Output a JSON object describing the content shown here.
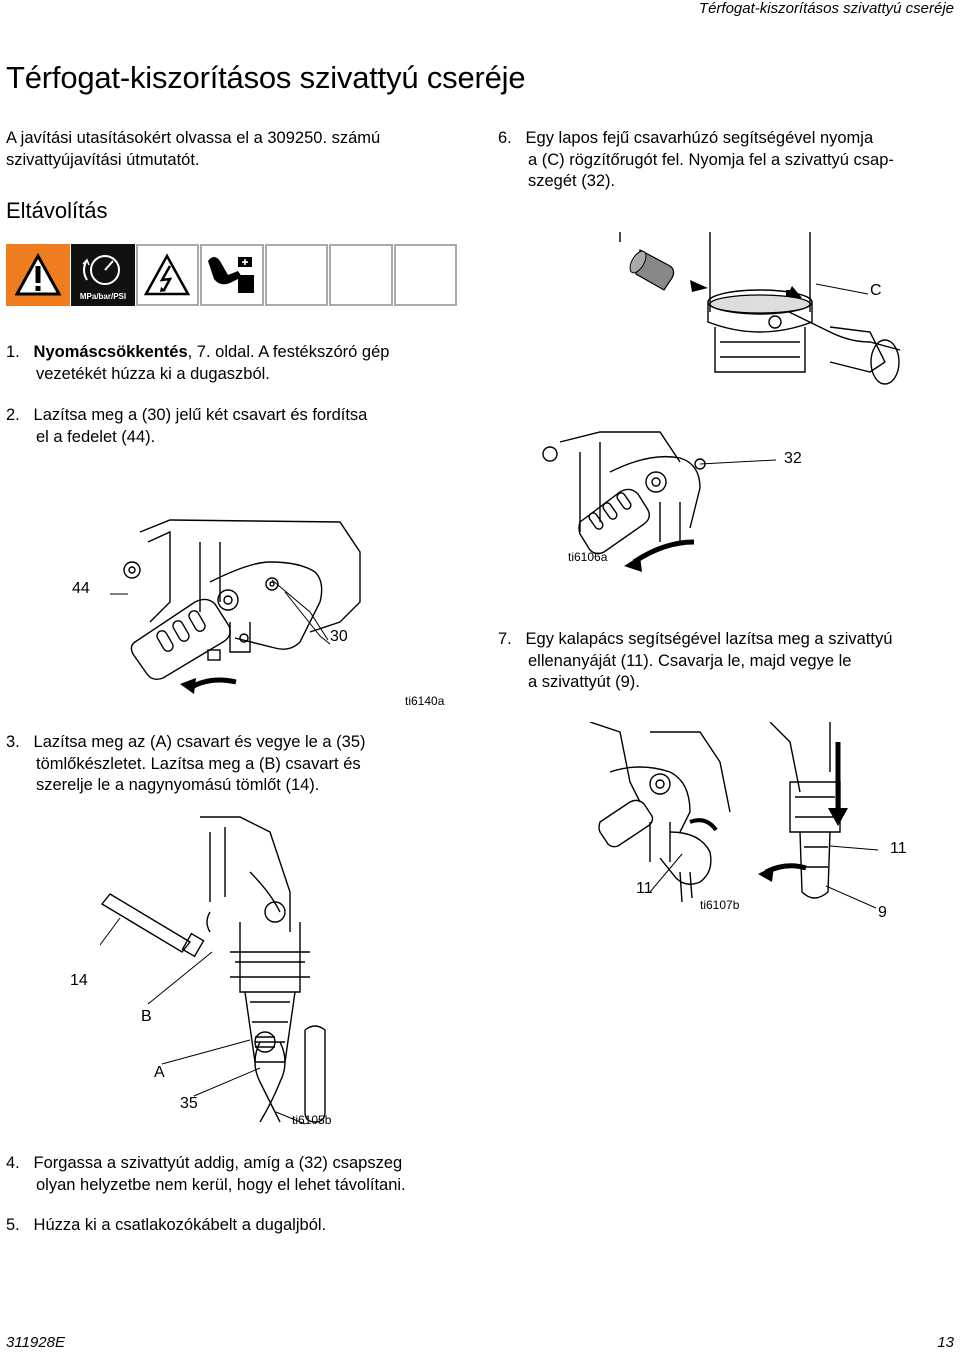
{
  "header": {
    "running_title": "Térfogat-kiszorításos szivattyú cseréje"
  },
  "title": "Térfogat-kiszorításos szivattyú cseréje",
  "intro": {
    "line1": "A javítási utasításokért olvassa el a 309250. számú",
    "line2": "szivattyújavítási útmutatót."
  },
  "section": {
    "heading": "Eltávolítás"
  },
  "warning_icons": {
    "items": [
      "exclamation-icon",
      "pressure-gauge-icon",
      "electric-shock-icon",
      "hand-pinch-icon"
    ],
    "gauge_label": "MPa/bar/PSI"
  },
  "steps": {
    "s1": {
      "num": "1.",
      "bold": "Nyomáscsökkentés",
      "rest1": ", 7. oldal. A festékszóró gép",
      "line2": "vezetékét húzza ki a dugaszból."
    },
    "s2": {
      "num": "2.",
      "line1": "Lazítsa meg a (30) jelű két csavart és fordítsa",
      "line2": "el a fedelet (44)."
    },
    "s3": {
      "num": "3.",
      "line1": "Lazítsa meg az (A) csavart és vegye le a (35)",
      "line2": "tömlőkészletet. Lazítsa meg a (B) csavart és",
      "line3": "szerelje le a nagynyomású tömlőt (14)."
    },
    "s4": {
      "num": "4.",
      "line1": "Forgassa a szivattyút addig, amíg a (32) csapszeg",
      "line2": "olyan helyzetbe nem kerül, hogy el lehet távolítani."
    },
    "s5": {
      "num": "5.",
      "line1": "Húzza ki a csatlakozókábelt a dugaljból."
    },
    "s6": {
      "num": "6.",
      "line1": "Egy lapos fejű csavarhúzó segítségével nyomja",
      "line2": "a (C) rögzítőrugót fel. Nyomja fel a szivattyú csap-",
      "line3": "szegét (32)."
    },
    "s7": {
      "num": "7.",
      "line1": "Egy kalapács segítségével lazítsa meg a szivattyú",
      "line2": "ellenanyáját (11). Csavarja le, majd vegye le",
      "line3": "a szivattyút (9)."
    }
  },
  "figures": {
    "fig_a": {
      "label_44": "44",
      "label_30": "30",
      "id": "ti6140a"
    },
    "fig_b": {
      "label_14": "14",
      "label_b": "B",
      "label_a": "A",
      "label_35": "35",
      "id": "ti6105b"
    },
    "fig_c": {
      "label_c": "C",
      "label_32": "32",
      "id": "ti6106a"
    },
    "fig_d": {
      "label_11a": "11",
      "label_11b": "11",
      "label_9": "9",
      "id": "ti6107b"
    }
  },
  "footer": {
    "doc_number": "311928E",
    "page_number": "13"
  }
}
